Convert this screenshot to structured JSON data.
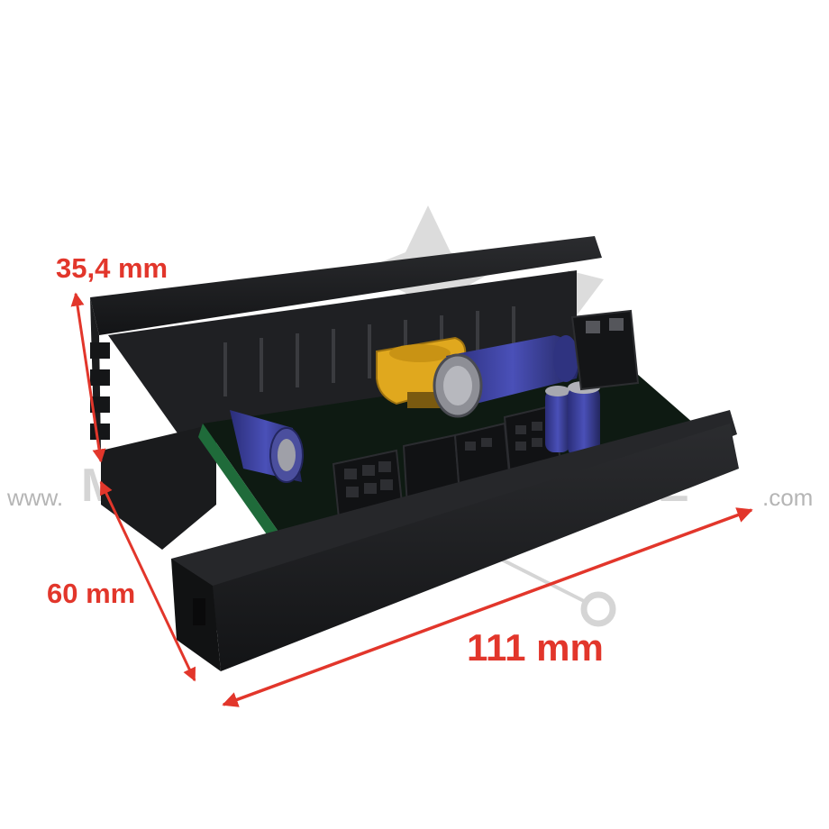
{
  "dimensions": {
    "height_label": "35,4 mm",
    "depth_label": "60 mm",
    "length_label": "111 mm"
  },
  "watermark": {
    "prefix": "www.",
    "suffix": ".com"
  },
  "colors": {
    "dimension_red": "#e2362b",
    "heatsink_black": "#1d1e20",
    "pcb_green": "#1f6b3a",
    "capacitor_blue": "#3b3f9a",
    "connector_yellow": "#e0a81e"
  },
  "icons": [
    "dimension-arrow-icon",
    "motor-controller-image",
    "watermark-logo"
  ]
}
